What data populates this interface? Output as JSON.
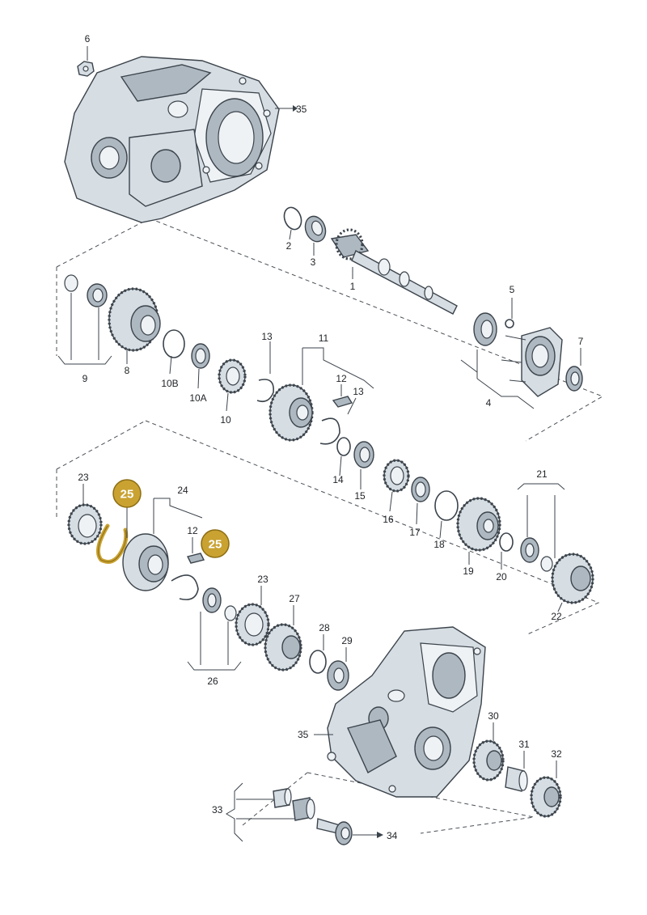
{
  "labels": {
    "l1": "1",
    "l2": "2",
    "l3": "3",
    "l4": "4",
    "l5": "5",
    "l6": "6",
    "l7": "7",
    "l8": "8",
    "l9": "9",
    "l10": "10",
    "l10a": "10A",
    "l10b": "10B",
    "l11": "11",
    "l12a": "12",
    "l12b": "12",
    "l13a": "13",
    "l13b": "13",
    "l14": "14",
    "l15": "15",
    "l16": "16",
    "l17": "17",
    "l18": "18",
    "l19": "19",
    "l20": "20",
    "l21": "21",
    "l22": "22",
    "l23a": "23",
    "l23b": "23",
    "l24": "24",
    "l26": "26",
    "l27": "27",
    "l28": "28",
    "l29": "29",
    "l30": "30",
    "l31": "31",
    "l32": "32",
    "l33": "33",
    "l34": "34",
    "l35a": "35",
    "l35b": "35"
  },
  "highlight": {
    "label": "25",
    "color": "#c9a232"
  }
}
